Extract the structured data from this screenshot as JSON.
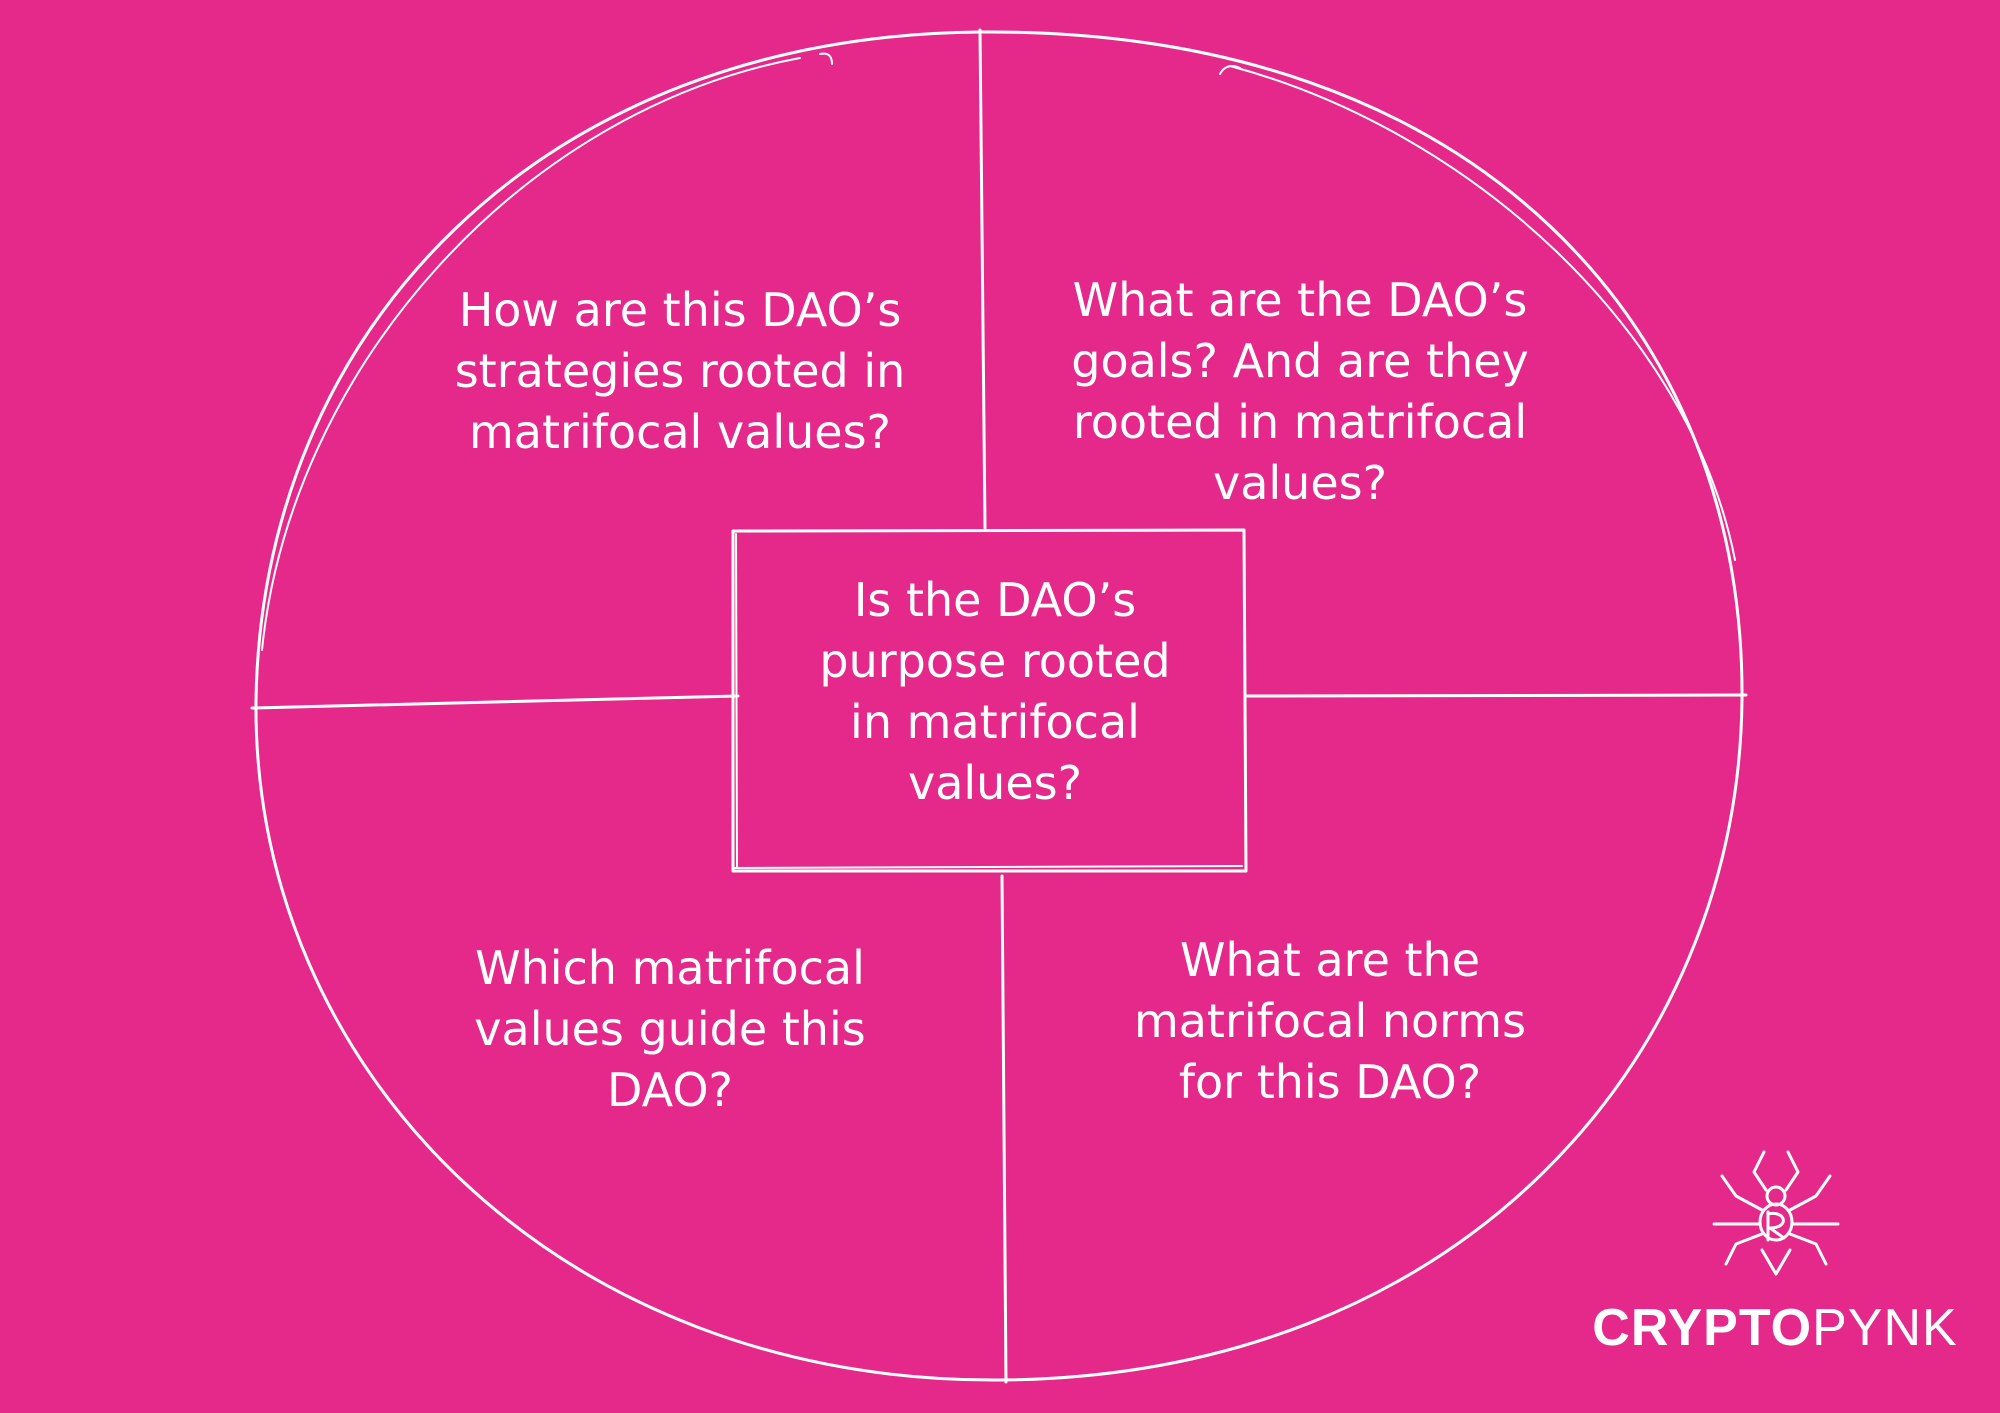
{
  "colors": {
    "background": "#e4298a",
    "ink": "#ffffff"
  },
  "questions": {
    "top_left": "How are this DAO’s\nstrategies rooted in\nmatrifocal values?",
    "top_right": "What are the DAO’s\ngoals? And are they\nrooted in matrifocal\nvalues?",
    "center": "Is the DAO’s\npurpose rooted\nin matrifocal\nvalues?",
    "bottom_left": "Which matrifocal\nvalues guide this\nDAO?",
    "bottom_right": "What are the\nmatrifocal norms\nfor this DAO?"
  },
  "logo": {
    "name_bold": "CRYPTO",
    "name_light": "PYNK",
    "icon": "spider-icon"
  }
}
